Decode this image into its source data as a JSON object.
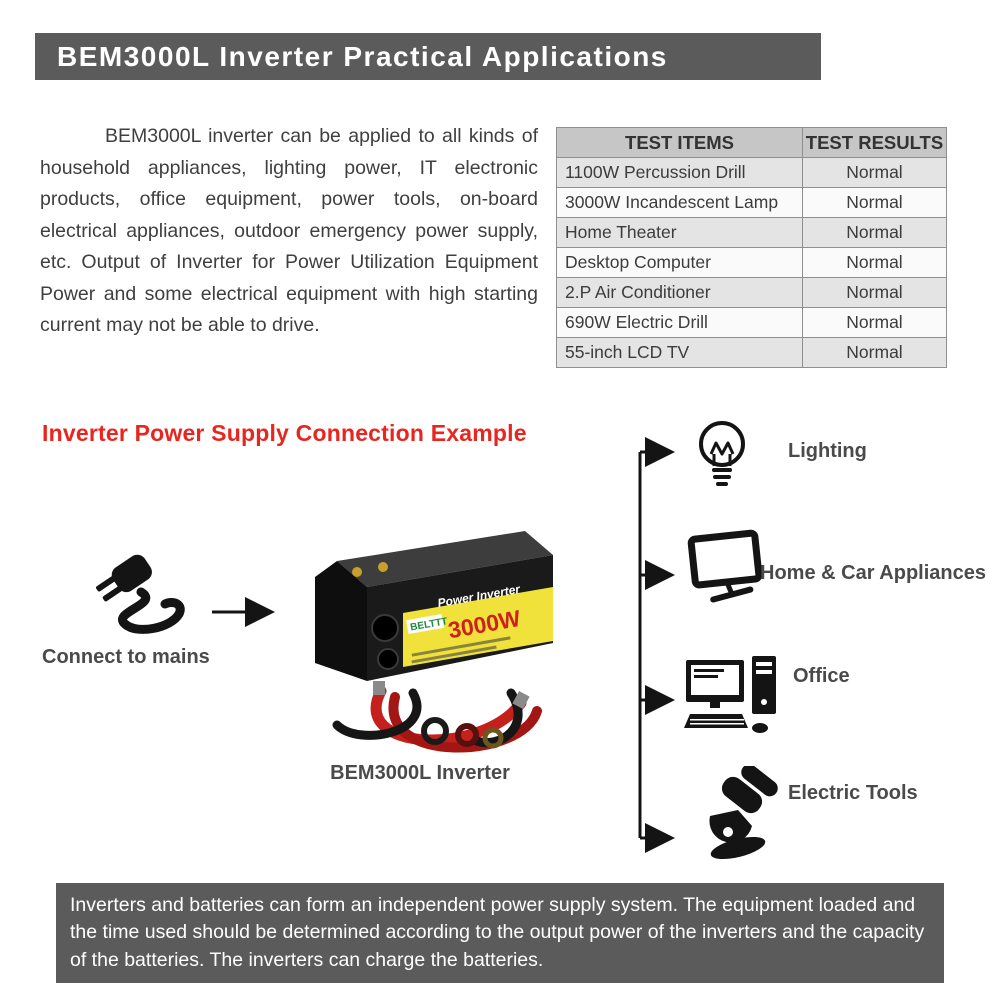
{
  "header": {
    "title": "BEM3000L Inverter Practical Applications"
  },
  "intro": {
    "text": "BEM3000L inverter can be applied to all kinds of household appliances, lighting power, IT electronic products, office equipment, power tools, on-board electrical appliances, outdoor emergency power supply, etc. Output of Inverter for Power Utilization Equipment Power and some electrical equipment with high starting current may not be able to drive."
  },
  "table": {
    "headers": [
      "TEST ITEMS",
      "TEST RESULTS"
    ],
    "rows": [
      [
        "1100W Percussion Drill",
        "Normal"
      ],
      [
        "3000W Incandescent Lamp",
        "Normal"
      ],
      [
        "Home Theater",
        "Normal"
      ],
      [
        "Desktop Computer",
        "Normal"
      ],
      [
        "2.P Air Conditioner",
        "Normal"
      ],
      [
        "690W Electric Drill",
        "Normal"
      ],
      [
        "55-inch LCD TV",
        "Normal"
      ]
    ]
  },
  "diagram": {
    "heading": "Inverter Power Supply Connection Example",
    "mains_label": "Connect to mains",
    "inverter": {
      "caption": "BEM3000L Inverter",
      "brand": "BELTTT",
      "power": "3000W",
      "product_text": "Power Inverter"
    },
    "outputs": [
      {
        "label": "Lighting"
      },
      {
        "label": "Home & Car Appliances"
      },
      {
        "label": "Office"
      },
      {
        "label": "Electric Tools"
      }
    ]
  },
  "footer": {
    "text": "Inverters and batteries can form an independent power supply system. The equipment loaded and the time used should be determined according to the output power of the inverters and the capacity of the batteries. The inverters can charge the batteries."
  },
  "colors": {
    "banner": "#5b5b5b",
    "accent_red": "#e8261f",
    "table_header_bg": "#c6c6c6"
  }
}
